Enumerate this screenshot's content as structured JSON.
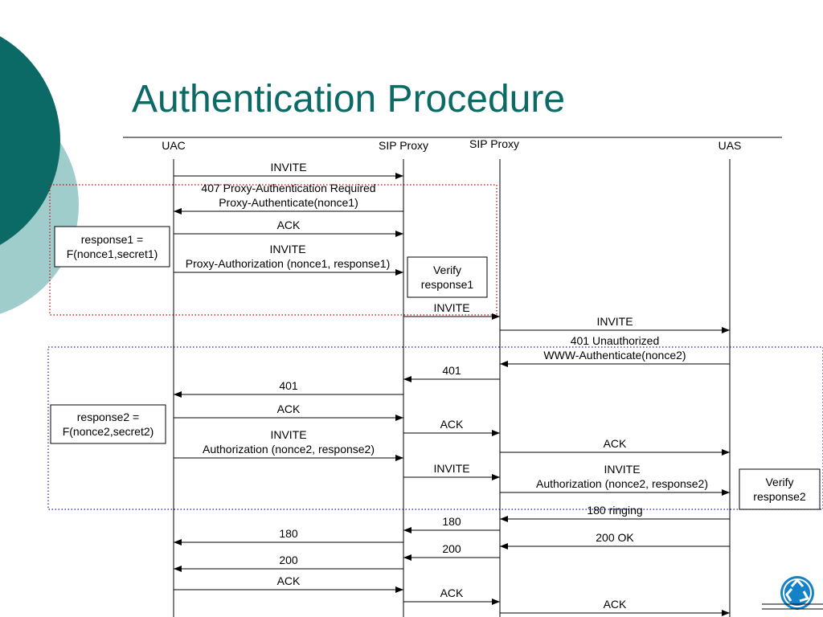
{
  "slide": {
    "title": "Authentication Procedure"
  },
  "colors": {
    "teal_dark": "#0b6a66",
    "teal_light": "#9fcdcc",
    "box_red": "#cc0000",
    "box_blue": "#1a1ab0",
    "logo_blue": "#1482c8"
  },
  "entities": [
    {
      "id": "uac",
      "label": "UAC"
    },
    {
      "id": "proxy1",
      "label": "SIP Proxy"
    },
    {
      "id": "proxy2",
      "label": "SIP Proxy"
    },
    {
      "id": "uas",
      "label": "UAS"
    }
  ],
  "messages": [
    {
      "from": "uac",
      "to": "proxy1",
      "label": [
        "INVITE"
      ]
    },
    {
      "from": "proxy1",
      "to": "uac",
      "label": [
        "407 Proxy-Authentication Required",
        "Proxy-Authenticate(nonce1)"
      ]
    },
    {
      "from": "uac",
      "to": "proxy1",
      "label": [
        "ACK"
      ]
    },
    {
      "from": "uac",
      "to": "proxy1",
      "label": [
        "INVITE",
        "Proxy-Authorization (nonce1, response1)"
      ]
    },
    {
      "from": "proxy1",
      "to": "proxy2",
      "label": [
        "INVITE"
      ]
    },
    {
      "from": "proxy2",
      "to": "uas",
      "label": [
        "INVITE"
      ]
    },
    {
      "from": "uas",
      "to": "proxy2",
      "label": [
        "401 Unauthorized",
        "WWW-Authenticate(nonce2)"
      ]
    },
    {
      "from": "proxy2",
      "to": "proxy1",
      "label": [
        "401"
      ]
    },
    {
      "from": "proxy1",
      "to": "uac",
      "label": [
        "401"
      ]
    },
    {
      "from": "uac",
      "to": "proxy1",
      "label": [
        "ACK"
      ]
    },
    {
      "from": "proxy1",
      "to": "proxy2",
      "label": [
        "ACK"
      ]
    },
    {
      "from": "proxy2",
      "to": "uas",
      "label": [
        "ACK"
      ]
    },
    {
      "from": "uac",
      "to": "proxy1",
      "label": [
        "INVITE",
        "Authorization (nonce2, response2)"
      ]
    },
    {
      "from": "proxy1",
      "to": "proxy2",
      "label": [
        "INVITE"
      ]
    },
    {
      "from": "proxy2",
      "to": "uas",
      "label": [
        "INVITE",
        "Authorization (nonce2, response2)"
      ]
    },
    {
      "from": "uas",
      "to": "proxy2",
      "label": [
        "180 ringing"
      ]
    },
    {
      "from": "proxy2",
      "to": "proxy1",
      "label": [
        "180"
      ]
    },
    {
      "from": "proxy1",
      "to": "uac",
      "label": [
        "180"
      ]
    },
    {
      "from": "uas",
      "to": "proxy2",
      "label": [
        "200 OK"
      ]
    },
    {
      "from": "proxy2",
      "to": "proxy1",
      "label": [
        "200"
      ]
    },
    {
      "from": "proxy1",
      "to": "uac",
      "label": [
        "200"
      ]
    },
    {
      "from": "uac",
      "to": "proxy1",
      "label": [
        "ACK"
      ]
    },
    {
      "from": "proxy1",
      "to": "proxy2",
      "label": [
        "ACK"
      ]
    },
    {
      "from": "proxy2",
      "to": "uas",
      "label": [
        "ACK"
      ]
    }
  ],
  "notes": [
    {
      "id": "response1",
      "lines": [
        "response1 =",
        "F(nonce1,secret1)"
      ]
    },
    {
      "id": "verify1",
      "lines": [
        "Verify",
        "response1"
      ]
    },
    {
      "id": "response2",
      "lines": [
        "response2 =",
        "F(nonce2,secret2)"
      ]
    },
    {
      "id": "verify2",
      "lines": [
        "Verify",
        "response2"
      ]
    }
  ],
  "regions": [
    {
      "id": "proxy-auth-region",
      "style": "dotted",
      "color": "red"
    },
    {
      "id": "www-auth-region",
      "style": "dotted",
      "color": "blue"
    }
  ],
  "icons": {
    "logo": "recycle-logo-icon"
  }
}
